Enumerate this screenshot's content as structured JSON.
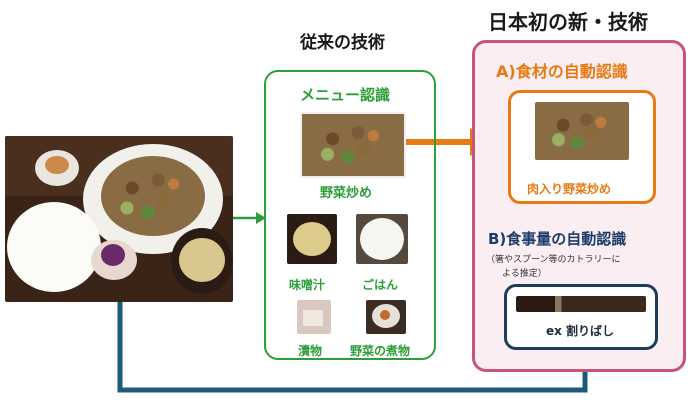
{
  "headings": {
    "conventional": "従来の技術",
    "new": "日本初の新・技術"
  },
  "conventional_box": {
    "title": "メニュー認識",
    "items": [
      {
        "label": "野菜炒め"
      },
      {
        "label": "味噌汁"
      },
      {
        "label": "ごはん"
      },
      {
        "label": "漬物"
      },
      {
        "label": "野菜の煮物"
      }
    ]
  },
  "new_box": {
    "section_a_title": "A)食材の自動認識",
    "section_a_label": "肉入り野菜炒め",
    "section_b_title": "B)食事量の自動認識",
    "section_b_note_line1": "（箸やスプーン等のカトラリーに",
    "section_b_note_line2": "よる推定）",
    "example_label": "ex 割りばし"
  },
  "colors": {
    "green": "#2e9e3a",
    "orange": "#e87a14",
    "pink_border": "#c9547a",
    "pink_bg": "#fbeef2",
    "navy": "#1c5a7a"
  }
}
